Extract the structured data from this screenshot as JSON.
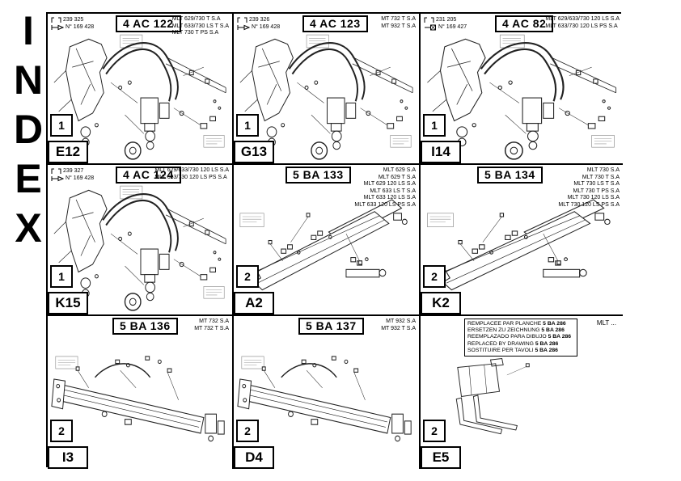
{
  "index_letters": [
    "I",
    "N",
    "D",
    "E",
    "X"
  ],
  "panels": [
    {
      "serial": "239 325",
      "note_ref": "N° 169 428",
      "title": "4 AC 122",
      "models": [
        "MLT 629/730 T S.A",
        "MLT 633/730 LS T S.A",
        "MLT 730 T PS S.A"
      ],
      "section": "1",
      "grid_ref": "E12"
    },
    {
      "serial": "239 326",
      "note_ref": "N° 169 428",
      "title": "4 AC 123",
      "models": [
        "MT 732 T S.A",
        "MT 932 T S.A"
      ],
      "section": "1",
      "grid_ref": "G13"
    },
    {
      "serial": "231 205",
      "note_ref": "N° 169 427",
      "title": "4 AC 82",
      "models": [
        "MLT 629/633/730 120 LS S.A",
        "MLT 633/730 120 LS PS S.A"
      ],
      "section": "1",
      "grid_ref": "I14"
    },
    {
      "serial": "239 327",
      "note_ref": "N° 169 428",
      "title": "4 AC 124",
      "models": [
        "MLT 629/633/730 120 LS S.A",
        "MLT 633/730 120 LS PS S.A"
      ],
      "section": "1",
      "grid_ref": "K15"
    },
    {
      "title": "5 BA 133",
      "models": [
        "MLT 629 S.A",
        "MLT 629 T S.A",
        "MLT 629 120 LS S.A",
        "MLT 633 LS T S.A",
        "MLT 633 120 LS S.A",
        "MLT 633 120 LS PS S.A"
      ],
      "section": "2",
      "grid_ref": "A2"
    },
    {
      "title": "5 BA 134",
      "models": [
        "MLT 730 S.A",
        "MLT 730 T S.A",
        "MLT 730 LS T S.A",
        "MLT 730 T PS S.A",
        "MLT 730 120 LS S.A",
        "MLT 730 120 LS PS S.A"
      ],
      "section": "2",
      "grid_ref": "K2"
    },
    {
      "title": "5 BA 136",
      "models": [
        "MT 732 S.A",
        "MT 732 T S.A"
      ],
      "section": "2",
      "grid_ref": "I3"
    },
    {
      "title": "5 BA 137",
      "models": [
        "MT 932 S.A",
        "MT 932 T S.A"
      ],
      "section": "2",
      "grid_ref": "D4"
    },
    {
      "replacement_notes": [
        {
          "text": "REMPLACEE PAR PLANCHE",
          "code": "5 BA 286"
        },
        {
          "text": "ERSETZEN ZU ZEICHNUNG",
          "code": "5 BA 286"
        },
        {
          "text": "REEMPLAZADO PARA DIBUJO",
          "code": "5 BA 286"
        },
        {
          "text": "REPLACED BY DRAWING",
          "code": "5 BA 286"
        },
        {
          "text": "SOSTITUIRE PER TAVOLI",
          "code": "5 BA 286"
        }
      ],
      "model_note": "MLT ...",
      "section": "2",
      "grid_ref": "E5"
    }
  ]
}
